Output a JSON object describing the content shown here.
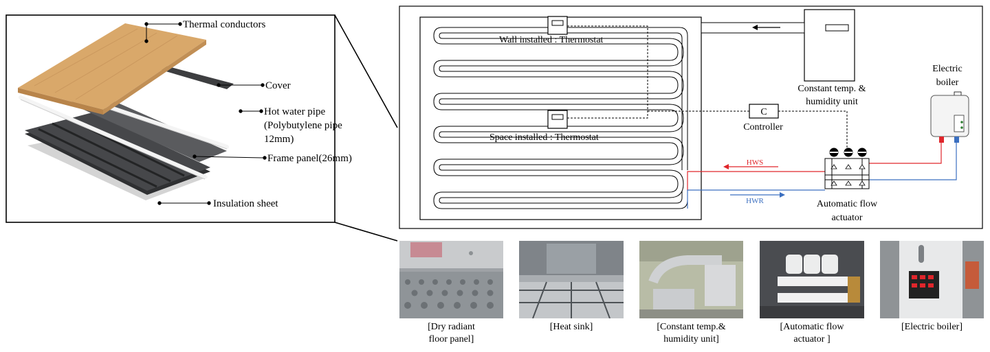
{
  "exploded_view": {
    "labels": {
      "thermal_conductors": "Thermal conductors",
      "cover": "Cover",
      "pipe_line1": "Hot water pipe",
      "pipe_line2": "(Polybutylene pipe",
      "pipe_line3": "12mm)",
      "frame_panel": "Frame panel(26mm)",
      "insulation_sheet": "Insulation sheet"
    }
  },
  "schematic": {
    "wall_thermostat": "Wall installed : Thermostat",
    "space_thermostat": "Space installed : Thermostat",
    "controller_symbol": "C",
    "controller_label": "Controller",
    "cthu_line1": "Constant temp. &",
    "cthu_line2": "humidity unit",
    "boiler_line1": "Electric",
    "boiler_line2": "boiler",
    "hws": "HWS",
    "hwr": "HWR",
    "actuator_line1": "Automatic flow",
    "actuator_line2": "actuator"
  },
  "photos": [
    {
      "caption_line1": "[Dry radiant",
      "caption_line2": "floor panel]"
    },
    {
      "caption_line1": "[Heat sink]",
      "caption_line2": ""
    },
    {
      "caption_line1": "[Constant temp.&",
      "caption_line2": "humidity unit]"
    },
    {
      "caption_line1": "[Automatic flow",
      "caption_line2": "actuator ]"
    },
    {
      "caption_line1": "[Electric boiler]",
      "caption_line2": ""
    }
  ],
  "colors": {
    "hws_line": "#e0262b",
    "hwr_line": "#3b6fc0",
    "wood": "#d9a86a",
    "panel_dark": "#3a3b3d"
  }
}
